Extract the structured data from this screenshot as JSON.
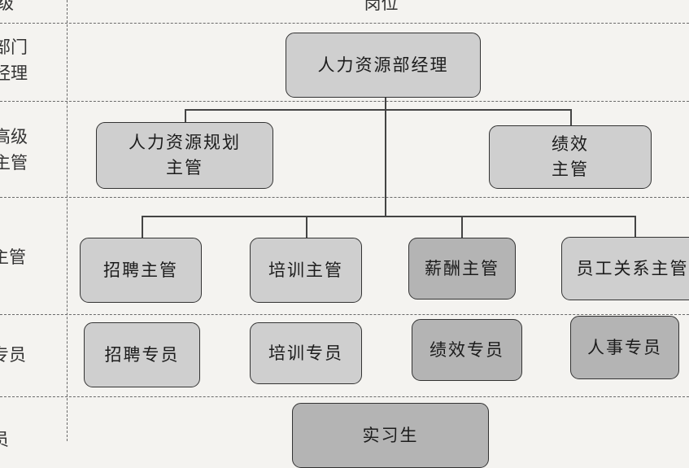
{
  "header": {
    "position_col": "岗位",
    "level_col": "级"
  },
  "levels": {
    "dept": "部门\n经理",
    "senior": "高级\n主管",
    "supervisor": "主管",
    "specialist": "专员",
    "intern": "员"
  },
  "nodes": {
    "hr_manager": "人力资源部经理",
    "planning_supervisor": "人力资源规划\n主管",
    "performance_supervisor": "绩效\n主管",
    "recruit_supervisor": "招聘主管",
    "training_supervisor": "培训主管",
    "salary_supervisor": "薪酬主管",
    "relations_supervisor": "员工关系主管",
    "recruit_specialist": "招聘专员",
    "training_specialist": "培训专员",
    "performance_specialist": "绩效专员",
    "personnel_specialist": "人事专员",
    "intern": "实习生"
  }
}
